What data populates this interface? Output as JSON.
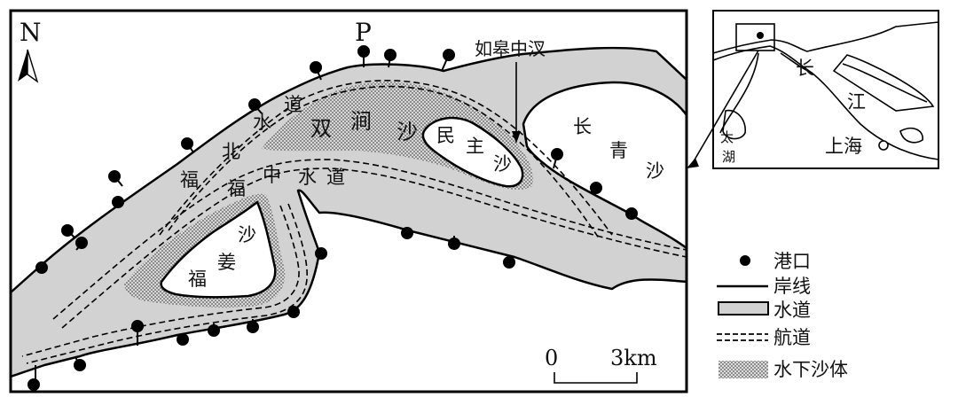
{
  "main_map": {
    "north_label": "N",
    "port_p_label": "P",
    "callout_label": "如皋中汊",
    "place_labels": [
      {
        "id": "beishuidao-1",
        "text": "北"
      },
      {
        "id": "beishuidao-2",
        "text": "水"
      },
      {
        "id": "beishuidao-3",
        "text": "道"
      },
      {
        "id": "fubei-1",
        "text": "福"
      },
      {
        "id": "fubei-2",
        "text": "北"
      },
      {
        "id": "fuzhong-1",
        "text": "福"
      },
      {
        "id": "fuzhong-2",
        "text": "中"
      },
      {
        "id": "fuzhong-3",
        "text": "水"
      },
      {
        "id": "fuzhong-4",
        "text": "道"
      },
      {
        "id": "shuangjian-1",
        "text": "双"
      },
      {
        "id": "shuangjian-2",
        "text": "涧"
      },
      {
        "id": "shuangjian-3",
        "text": "沙"
      },
      {
        "id": "minzhu-1",
        "text": "民"
      },
      {
        "id": "minzhu-2",
        "text": "主"
      },
      {
        "id": "minzhu-3",
        "text": "沙"
      },
      {
        "id": "changqing-1",
        "text": "长"
      },
      {
        "id": "changqing-2",
        "text": "青"
      },
      {
        "id": "changqing-3",
        "text": "沙"
      },
      {
        "id": "fujiang-1",
        "text": "沙"
      },
      {
        "id": "fujiang-2",
        "text": "姜"
      },
      {
        "id": "fujiang-3",
        "text": "福"
      }
    ],
    "scale": {
      "start": "0",
      "end": "3km"
    }
  },
  "inset_map": {
    "labels": [
      {
        "id": "chang",
        "text": "长"
      },
      {
        "id": "jiang",
        "text": "江"
      },
      {
        "id": "shanghai",
        "text": "上海"
      },
      {
        "id": "tai",
        "text": "太"
      },
      {
        "id": "hu",
        "text": "湖"
      }
    ]
  },
  "legend": {
    "items": [
      {
        "id": "port",
        "label": "港口"
      },
      {
        "id": "shoreline",
        "label": "岸线"
      },
      {
        "id": "waterway",
        "label": "水道"
      },
      {
        "id": "channel",
        "label": "航道"
      },
      {
        "id": "shoal",
        "label": "水下沙体"
      }
    ]
  },
  "colors": {
    "water": "#d2d2d2",
    "land": "#ffffff",
    "shoal": "#8c8c8c",
    "line": "#000000"
  }
}
